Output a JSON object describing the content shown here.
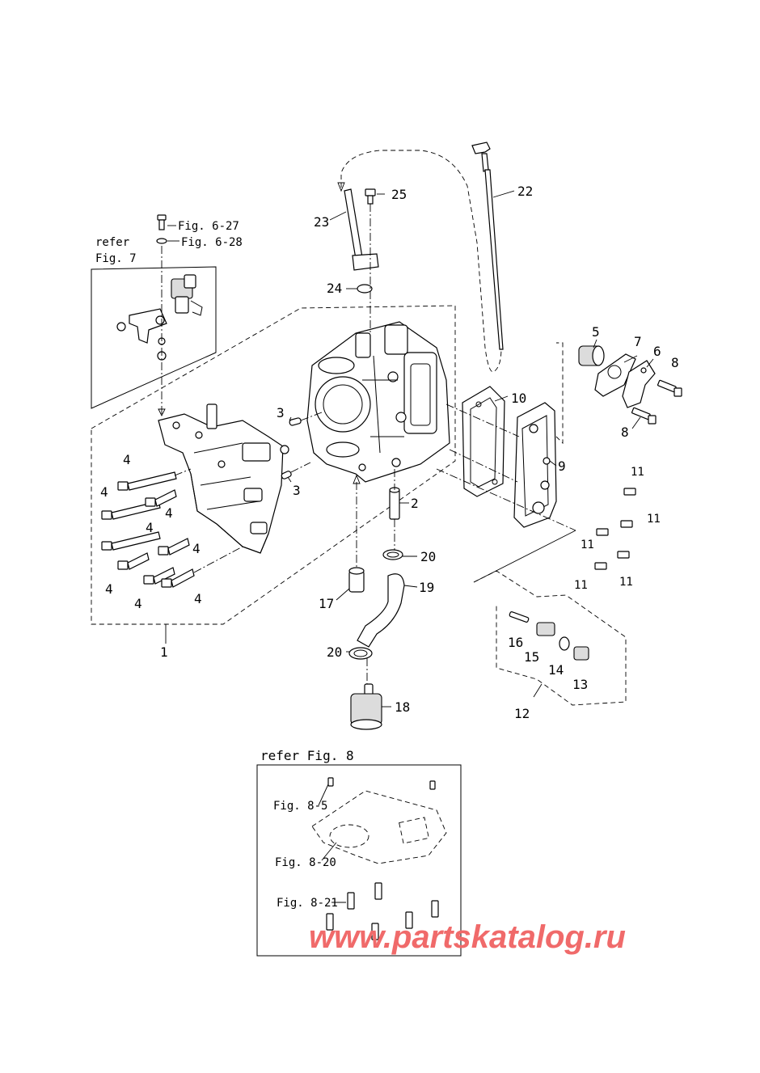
{
  "callouts": {
    "c1": "1",
    "c2": "2",
    "c3a": "3",
    "c3b": "3",
    "c4a": "4",
    "c4b": "4",
    "c4c": "4",
    "c4d": "4",
    "c4e": "4",
    "c4f": "4",
    "c4g": "4",
    "c4h": "4",
    "c5": "5",
    "c6": "6",
    "c7": "7",
    "c8a": "8",
    "c8b": "8",
    "c9": "9",
    "c10": "10",
    "c11a": "11",
    "c11b": "11",
    "c11c": "11",
    "c11d": "11",
    "c11e": "11",
    "c12": "12",
    "c13": "13",
    "c14": "14",
    "c15": "15",
    "c16": "16",
    "c17": "17",
    "c18": "18",
    "c19": "19",
    "c20a": "20",
    "c20b": "20",
    "c22": "22",
    "c23": "23",
    "c24": "24",
    "c25": "25"
  },
  "refs": {
    "fig627": "Fig. 6-27",
    "fig628": "Fig. 6-28",
    "refer7_line1": "refer",
    "refer7_line2": "Fig. 7",
    "refer8": "refer Fig. 8",
    "fig85": "Fig. 8-5",
    "fig820": "Fig. 8-20",
    "fig821": "Fig. 8-21"
  },
  "watermark": "www.partskatalog.ru",
  "colors": {
    "watermark": "#f06a6a"
  }
}
